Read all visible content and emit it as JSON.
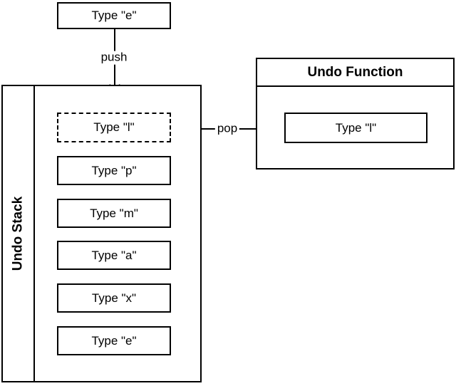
{
  "diagram": {
    "background_color": "#ffffff",
    "line_color": "#000000",
    "pushed_item": {
      "label": "Type \"e\""
    },
    "push_arrow": {
      "label": "push"
    },
    "pop_arrow": {
      "label": "pop"
    },
    "undo_stack": {
      "title": "Undo Stack",
      "items": [
        {
          "label": "Type \"l\"",
          "border_style": "dashed"
        },
        {
          "label": "Type \"p\"",
          "border_style": "solid"
        },
        {
          "label": "Type \"m\"",
          "border_style": "solid"
        },
        {
          "label": "Type \"a\"",
          "border_style": "solid"
        },
        {
          "label": "Type \"x\"",
          "border_style": "solid"
        },
        {
          "label": "Type \"e\"",
          "border_style": "solid"
        }
      ]
    },
    "undo_function": {
      "title": "Undo Function",
      "item": {
        "label": "Type \"l\""
      }
    }
  }
}
